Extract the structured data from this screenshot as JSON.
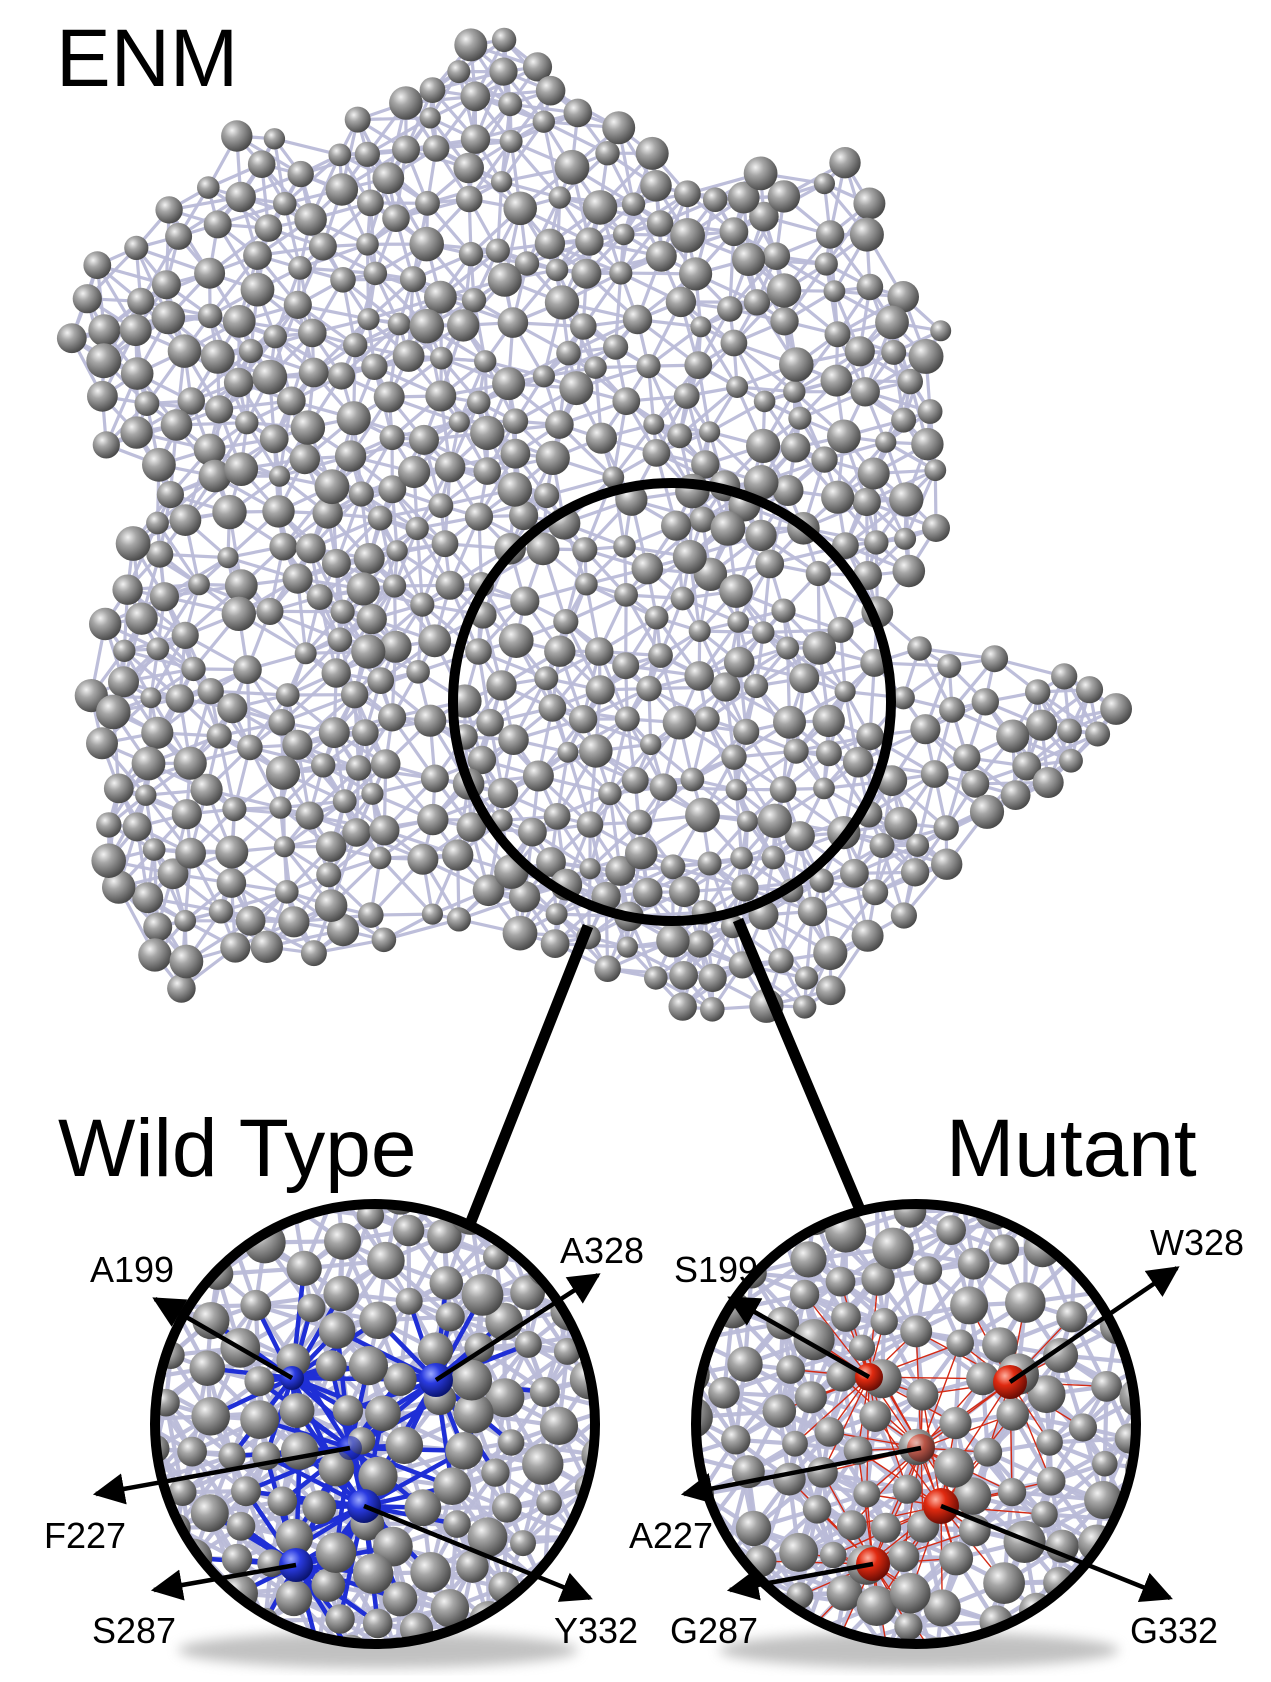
{
  "figure": {
    "title": "ENM",
    "panels": [
      {
        "id": "wildtype",
        "title": "Wild Type",
        "highlight_color": "#1f2fd6",
        "residues": [
          {
            "label": "A199"
          },
          {
            "label": "A328"
          },
          {
            "label": "F227"
          },
          {
            "label": "S287"
          },
          {
            "label": "Y332"
          }
        ]
      },
      {
        "id": "mutant",
        "title": "Mutant",
        "highlight_color": "#d42a14",
        "residues": [
          {
            "label": "S199"
          },
          {
            "label": "W328"
          },
          {
            "label": "A227"
          },
          {
            "label": "G287"
          },
          {
            "label": "G332"
          }
        ]
      }
    ]
  },
  "colors": {
    "node": "#8c8c8c",
    "edge": "#b9bbd8",
    "outline": "#000000",
    "wildtype_highlight": "#1f2fd6",
    "mutant_highlight": "#d42a14"
  }
}
